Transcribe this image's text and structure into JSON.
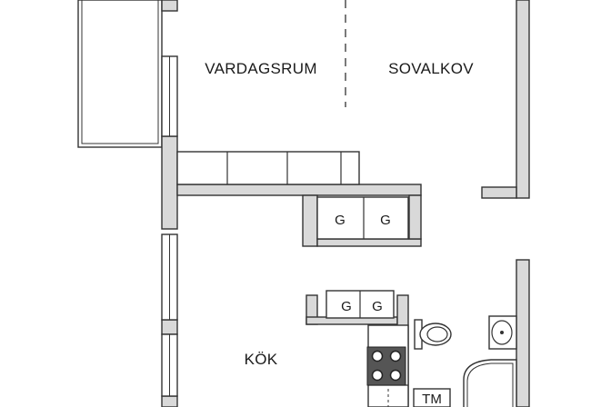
{
  "rooms": {
    "living_room": "VARDAGSRUM",
    "bedroom": "SOVALKOV",
    "kitchen": "KÖK"
  },
  "fixtures": {
    "wardrobe_marker": "G",
    "washing_machine": "TM"
  },
  "colors": {
    "wall_fill": "#d9d9d9",
    "line": "#333333",
    "background": "#ffffff"
  }
}
